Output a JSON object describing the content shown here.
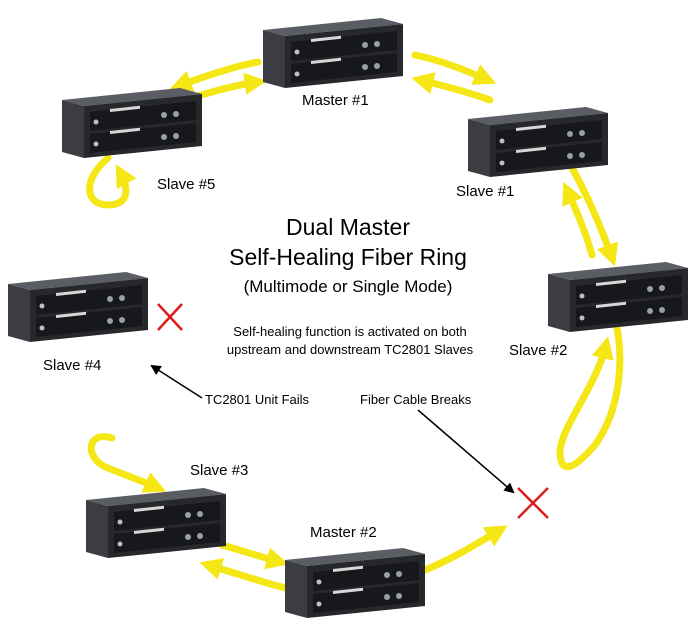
{
  "diagram": {
    "title_line1": "Dual Master",
    "title_line2": "Self-Healing Fiber Ring",
    "subtitle": "(Multimode or Single Mode)",
    "note_line1": "Self-healing function is activated on both",
    "note_line2": "upstream and downstream TC2801 Slaves",
    "failure_unit": "TC2801 Unit Fails",
    "failure_cable": "Fiber Cable Breaks"
  },
  "nodes": {
    "master1": "Master #1",
    "master2": "Master #2",
    "slave1": "Slave #1",
    "slave2": "Slave #2",
    "slave3": "Slave #3",
    "slave4": "Slave #4",
    "slave5": "Slave #5"
  },
  "colors": {
    "fiber_arrow": "#f5e616",
    "fault_mark": "#e01b1b",
    "unit_body": "#2f3136"
  }
}
